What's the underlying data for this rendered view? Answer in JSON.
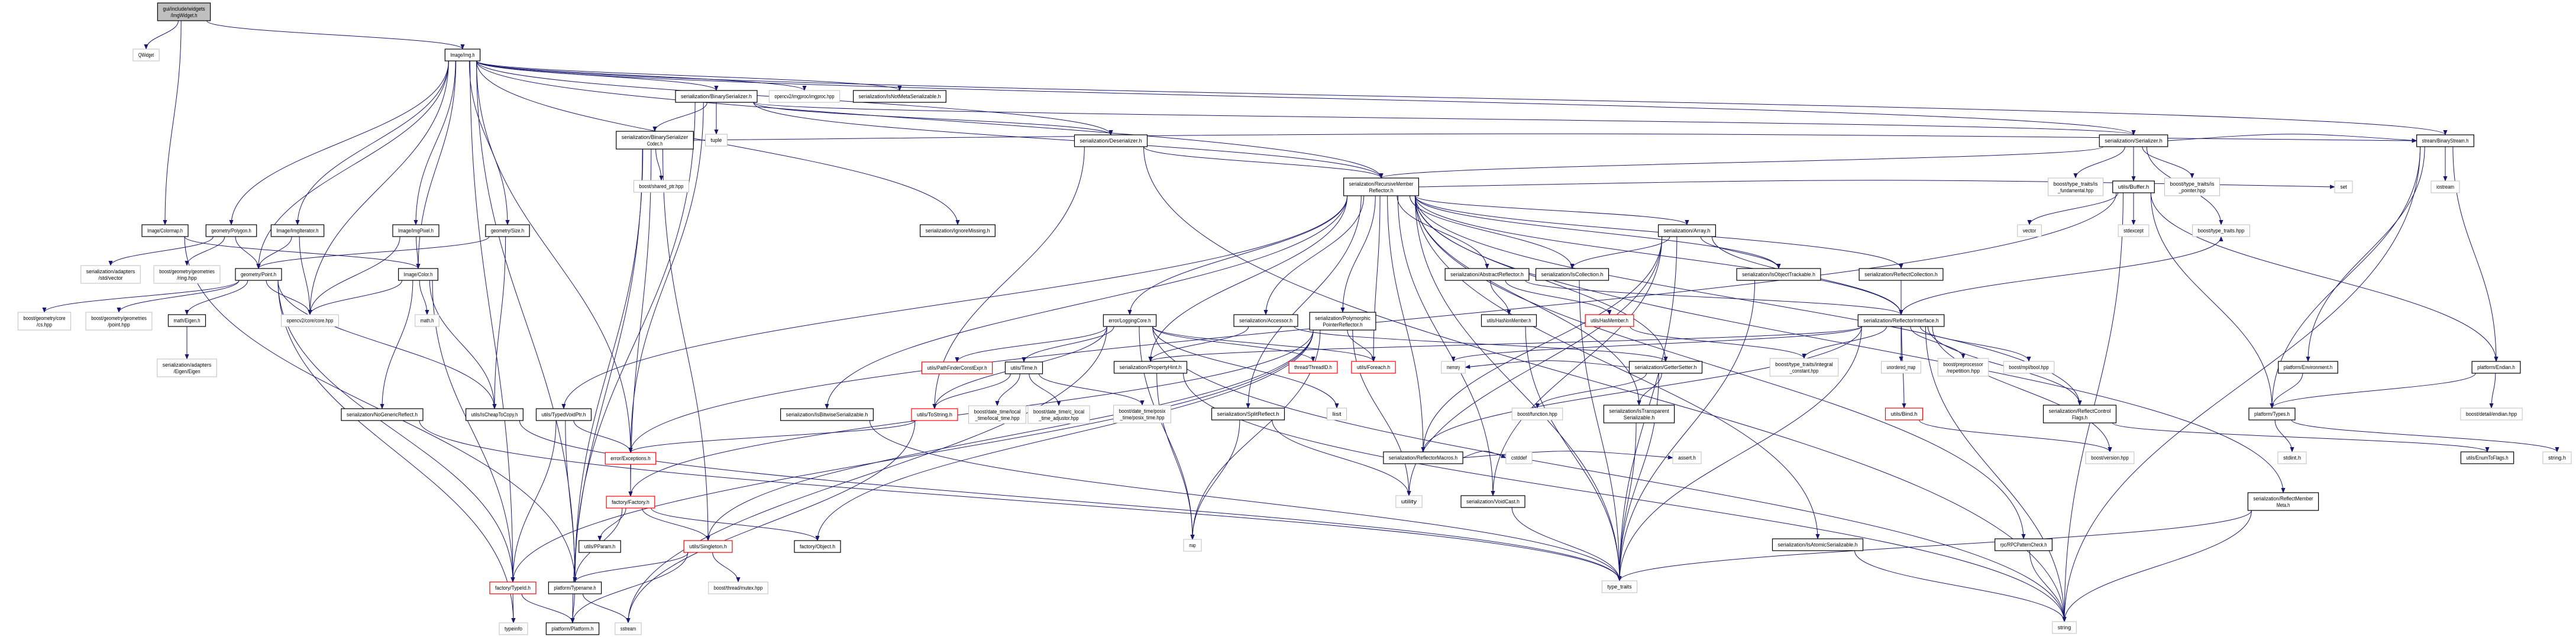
{
  "title": "gui/include/widgets/ImgWidget.h",
  "colors": {
    "edge": "#191970",
    "node_border": "#000000",
    "external_border": "#bfbfbf",
    "truncated_border": "#ff0000",
    "root_fill": "#bfbfbf"
  },
  "nodes": [
    {
      "id": "root",
      "label": "gui/include/widgets/ImgWidget.h",
      "kind": "root"
    },
    {
      "id": "qwidget",
      "label": "QWidget",
      "kind": "external"
    },
    {
      "id": "img",
      "label": "Image/Img.h",
      "kind": "normal"
    },
    {
      "id": "colormap",
      "label": "Image/Colormap.h",
      "kind": "normal"
    },
    {
      "id": "polygon",
      "label": "geometry/Polygon.h",
      "kind": "normal"
    },
    {
      "id": "imgiter",
      "label": "Image/ImgIterator.h",
      "kind": "normal"
    },
    {
      "id": "imgpixel",
      "label": "Image/ImgPixel.h",
      "kind": "normal"
    },
    {
      "id": "size",
      "label": "geometry/Size.h",
      "kind": "normal"
    },
    {
      "id": "stdvector",
      "label": "serialization/adapters/std/vector",
      "kind": "external"
    },
    {
      "id": "ring",
      "label": "boost/geometry/geometries/ring.hpp",
      "kind": "external"
    },
    {
      "id": "point",
      "label": "geometry/Point.h",
      "kind": "normal"
    },
    {
      "id": "color",
      "label": "Image/Color.h",
      "kind": "normal"
    },
    {
      "id": "binser",
      "label": "serialization/BinarySerializer.h",
      "kind": "normal"
    },
    {
      "id": "imgproc",
      "label": "opencv2/imgproc/imgproc.hpp",
      "kind": "external"
    },
    {
      "id": "isnotmeta",
      "label": "serialization/IsNotMetaSerializable.h",
      "kind": "normal"
    },
    {
      "id": "codec",
      "label": "serialization/BinarySerializerCodec.h",
      "kind": "normal"
    },
    {
      "id": "tuple",
      "label": "tuple",
      "kind": "external"
    },
    {
      "id": "sharedptr",
      "label": "boost/shared_ptr.hpp",
      "kind": "external"
    },
    {
      "id": "ignoremissing",
      "label": "serialization/IgnoreMissing.h",
      "kind": "normal"
    },
    {
      "id": "cs",
      "label": "boost/geometry/core/cs.hpp",
      "kind": "external"
    },
    {
      "id": "gpoint",
      "label": "boost/geometry/geometries/point.hpp",
      "kind": "external"
    },
    {
      "id": "eigen",
      "label": "math/Eigen.h",
      "kind": "normal"
    },
    {
      "id": "eigenadapt",
      "label": "serialization/adapters/Eigen/Eigen",
      "kind": "external"
    },
    {
      "id": "core",
      "label": "opencv2/core/core.hpp",
      "kind": "external"
    },
    {
      "id": "mathh",
      "label": "math.h",
      "kind": "external"
    },
    {
      "id": "nogeneric",
      "label": "serialization/NoGenericReflect.h",
      "kind": "normal"
    },
    {
      "id": "cheap",
      "label": "utils/IsCheapToCopy.h",
      "kind": "normal"
    },
    {
      "id": "typeid",
      "label": "factory/TypeId.h",
      "kind": "truncated"
    },
    {
      "id": "typeinfo",
      "label": "typeinfo",
      "kind": "external"
    },
    {
      "id": "pathfinder",
      "label": "utils/PathFinderConstExpr.h",
      "kind": "truncated"
    },
    {
      "id": "time",
      "label": "utils/Time.h",
      "kind": "normal"
    },
    {
      "id": "typedvoid",
      "label": "utils/TypedVoidPtr.h",
      "kind": "normal"
    },
    {
      "id": "bitwise",
      "label": "serialization/IsBitwiseSerializable.h",
      "kind": "normal"
    },
    {
      "id": "tostring",
      "label": "utils/ToString.h",
      "kind": "truncated"
    },
    {
      "id": "localtime",
      "label": "boost/date_time/local_time/local_time.hpp",
      "kind": "external"
    },
    {
      "id": "clocal",
      "label": "boost/date_time/c_local_time_adjustor.hpp",
      "kind": "external"
    },
    {
      "id": "posix",
      "label": "boost/date_time/posix_time/posix_time.hpp",
      "kind": "external"
    },
    {
      "id": "exceptions",
      "label": "error/Exceptions.h",
      "kind": "truncated"
    },
    {
      "id": "factory",
      "label": "factory/Factory.h",
      "kind": "truncated"
    },
    {
      "id": "pparam",
      "label": "utils/PParam.h",
      "kind": "normal"
    },
    {
      "id": "singleton",
      "label": "utils/Singleton.h",
      "kind": "truncated"
    },
    {
      "id": "object",
      "label": "factory/Object.h",
      "kind": "normal"
    },
    {
      "id": "typename",
      "label": "platform/Typename.h",
      "kind": "normal"
    },
    {
      "id": "mutex",
      "label": "boost/thread/mutex.hpp",
      "kind": "external"
    },
    {
      "id": "platform",
      "label": "platform/Platform.h",
      "kind": "normal"
    },
    {
      "id": "sstream",
      "label": "sstream",
      "kind": "external"
    },
    {
      "id": "deser",
      "label": "serialization/Deserializer.h",
      "kind": "normal"
    },
    {
      "id": "rmr",
      "label": "serialization/RecursiveMemberReflector.h",
      "kind": "normal"
    },
    {
      "id": "logging",
      "label": "error/LoggingCore.h",
      "kind": "normal"
    },
    {
      "id": "accessor",
      "label": "serialization/Accessor.h",
      "kind": "normal"
    },
    {
      "id": "polyptr",
      "label": "serialization/PolymorphicPointerReflector.h",
      "kind": "normal"
    },
    {
      "id": "propertyhint",
      "label": "serialization/PropertyHint.h",
      "kind": "normal"
    },
    {
      "id": "threadid",
      "label": "thread/ThreadID.h",
      "kind": "truncated"
    },
    {
      "id": "foreach",
      "label": "utils/Foreach.h",
      "kind": "truncated"
    },
    {
      "id": "split",
      "label": "serialization/SplitReflect.h",
      "kind": "normal"
    },
    {
      "id": "list",
      "label": "list",
      "kind": "external"
    },
    {
      "id": "macros",
      "label": "serialization/ReflectorMacros.h",
      "kind": "normal"
    },
    {
      "id": "utility",
      "label": "utility",
      "kind": "external"
    },
    {
      "id": "map",
      "label": "map",
      "kind": "external"
    },
    {
      "id": "array",
      "label": "serialization/Array.h",
      "kind": "normal"
    },
    {
      "id": "abstract",
      "label": "serialization/AbstractReflector.h",
      "kind": "normal"
    },
    {
      "id": "iscoll",
      "label": "serialization/IsCollection.h",
      "kind": "normal"
    },
    {
      "id": "trackable",
      "label": "serialization/IsObjectTrackable.h",
      "kind": "normal"
    },
    {
      "id": "hasnon",
      "label": "utils/HasNonMember.h",
      "kind": "normal"
    },
    {
      "id": "hasmem",
      "label": "utils/HasMember.h",
      "kind": "truncated"
    },
    {
      "id": "memory",
      "label": "memory",
      "kind": "external"
    },
    {
      "id": "getset",
      "label": "serialization/GetterSetter.h",
      "kind": "normal"
    },
    {
      "id": "integral",
      "label": "boost/type_traits/integral_constant.hpp",
      "kind": "external"
    },
    {
      "id": "function",
      "label": "boost/function.hpp",
      "kind": "external"
    },
    {
      "id": "transparent",
      "label": "serialization/IsTransparentSerializable.h",
      "kind": "normal"
    },
    {
      "id": "cstddef",
      "label": "cstddef",
      "kind": "external"
    },
    {
      "id": "asserth",
      "label": "assert.h",
      "kind": "external"
    },
    {
      "id": "voidcast",
      "label": "serialization/VoidCast.h",
      "kind": "normal"
    },
    {
      "id": "atomic",
      "label": "serialization/IsAtomicSerializable.h",
      "kind": "normal"
    },
    {
      "id": "typetraits",
      "label": "type_traits",
      "kind": "external"
    },
    {
      "id": "serializer",
      "label": "serialization/Serializer.h",
      "kind": "normal"
    },
    {
      "id": "isfund",
      "label": "boost/type_traits/is_fundamental.hpp",
      "kind": "external"
    },
    {
      "id": "buffer",
      "label": "utils/Buffer.h",
      "kind": "normal"
    },
    {
      "id": "ispointer",
      "label": "boost/type_traits/is_pointer.hpp",
      "kind": "external"
    },
    {
      "id": "vector",
      "label": "vector",
      "kind": "external"
    },
    {
      "id": "stdexcept",
      "label": "stdexcept",
      "kind": "external"
    },
    {
      "id": "boosttt",
      "label": "boost/type_traits.hpp",
      "kind": "external"
    },
    {
      "id": "reflcoll",
      "label": "serialization/ReflectCollection.h",
      "kind": "normal"
    },
    {
      "id": "reflintf",
      "label": "serialization/ReflectorInterface.h",
      "kind": "normal"
    },
    {
      "id": "unordered",
      "label": "unordered_map",
      "kind": "external"
    },
    {
      "id": "repetition",
      "label": "boost/preprocessor/repetition.hpp",
      "kind": "external"
    },
    {
      "id": "mplbool",
      "label": "boost/mpl/bool.hpp",
      "kind": "external"
    },
    {
      "id": "bind",
      "label": "utils/Bind.h",
      "kind": "truncated"
    },
    {
      "id": "ctrlflags",
      "label": "serialization/ReflectControlFlags.h",
      "kind": "normal"
    },
    {
      "id": "version",
      "label": "boost/version.hpp",
      "kind": "external"
    },
    {
      "id": "rpc",
      "label": "rpc/RPCPatternCheck.h",
      "kind": "normal"
    },
    {
      "id": "string",
      "label": "string",
      "kind": "external"
    },
    {
      "id": "binstream",
      "label": "stream/BinaryStream.h",
      "kind": "normal"
    },
    {
      "id": "set",
      "label": "set",
      "kind": "external"
    },
    {
      "id": "iostream",
      "label": "iostream",
      "kind": "external"
    },
    {
      "id": "env",
      "label": "platform/Environment.h",
      "kind": "normal"
    },
    {
      "id": "endian",
      "label": "platform/Endian.h",
      "kind": "normal"
    },
    {
      "id": "types",
      "label": "platform/Types.h",
      "kind": "normal"
    },
    {
      "id": "bendian",
      "label": "boost/detail/endian.hpp",
      "kind": "external"
    },
    {
      "id": "stdint",
      "label": "stdint.h",
      "kind": "external"
    },
    {
      "id": "enumflags",
      "label": "utils/EnumToFlags.h",
      "kind": "normal"
    },
    {
      "id": "stringh",
      "label": "string.h",
      "kind": "external"
    },
    {
      "id": "rmm",
      "label": "serialization/ReflectMemberMeta.h",
      "kind": "normal"
    }
  ],
  "edges": [
    [
      "root",
      "qwidget"
    ],
    [
      "root",
      "img"
    ],
    [
      "root",
      "colormap"
    ],
    [
      "img",
      "polygon"
    ],
    [
      "img",
      "imgiter"
    ],
    [
      "img",
      "imgpixel"
    ],
    [
      "img",
      "size"
    ],
    [
      "img",
      "binser"
    ],
    [
      "img",
      "imgproc"
    ],
    [
      "img",
      "isnotmeta"
    ],
    [
      "img",
      "core"
    ],
    [
      "img",
      "point"
    ],
    [
      "img",
      "color"
    ],
    [
      "img",
      "typeid"
    ],
    [
      "img",
      "typename"
    ],
    [
      "img",
      "deser"
    ],
    [
      "img",
      "serializer"
    ],
    [
      "img",
      "binstream"
    ],
    [
      "img",
      "rmr"
    ],
    [
      "img",
      "ignoremissing"
    ],
    [
      "img",
      "exceptions"
    ],
    [
      "colormap",
      "color"
    ],
    [
      "colormap",
      "typename"
    ],
    [
      "polygon",
      "stdvector"
    ],
    [
      "polygon",
      "ring"
    ],
    [
      "polygon",
      "point"
    ],
    [
      "imgiter",
      "point"
    ],
    [
      "imgiter",
      "core"
    ],
    [
      "imgpixel",
      "color"
    ],
    [
      "imgpixel",
      "core"
    ],
    [
      "size",
      "point"
    ],
    [
      "size",
      "cheap"
    ],
    [
      "point",
      "cs"
    ],
    [
      "point",
      "gpoint"
    ],
    [
      "point",
      "eigen"
    ],
    [
      "point",
      "core"
    ],
    [
      "point",
      "cheap"
    ],
    [
      "point",
      "typeid"
    ],
    [
      "point",
      "typeinfo"
    ],
    [
      "color",
      "core"
    ],
    [
      "color",
      "mathh"
    ],
    [
      "color",
      "nogeneric"
    ],
    [
      "color",
      "cheap"
    ],
    [
      "color",
      "typeid"
    ],
    [
      "eigen",
      "eigenadapt"
    ],
    [
      "binser",
      "codec"
    ],
    [
      "binser",
      "tuple"
    ],
    [
      "binser",
      "deser"
    ],
    [
      "binser",
      "serializer"
    ],
    [
      "binser",
      "rmr"
    ],
    [
      "binser",
      "typename"
    ],
    [
      "binser",
      "exceptions"
    ],
    [
      "codec",
      "sharedptr"
    ],
    [
      "codec",
      "binstream"
    ],
    [
      "codec",
      "factory"
    ],
    [
      "codec",
      "singleton"
    ],
    [
      "codec",
      "typename"
    ],
    [
      "codec",
      "platform"
    ],
    [
      "deser",
      "rmr"
    ],
    [
      "deser",
      "string"
    ],
    [
      "deser",
      "tostring"
    ],
    [
      "serializer",
      "isfund"
    ],
    [
      "serializer",
      "buffer"
    ],
    [
      "serializer",
      "ispointer"
    ],
    [
      "serializer",
      "rmr"
    ],
    [
      "serializer",
      "binstream"
    ],
    [
      "serializer",
      "boosttt"
    ],
    [
      "buffer",
      "vector"
    ],
    [
      "buffer",
      "stdexcept"
    ],
    [
      "buffer",
      "types"
    ],
    [
      "buffer",
      "exceptions"
    ],
    [
      "buffer",
      "endian"
    ],
    [
      "buffer",
      "string"
    ],
    [
      "binstream",
      "iostream"
    ],
    [
      "binstream",
      "types"
    ],
    [
      "binstream",
      "endian"
    ],
    [
      "binstream",
      "env"
    ],
    [
      "binstream",
      "string"
    ],
    [
      "rmr",
      "logging"
    ],
    [
      "rmr",
      "accessor"
    ],
    [
      "rmr",
      "polyptr"
    ],
    [
      "rmr",
      "array"
    ],
    [
      "rmr",
      "abstract"
    ],
    [
      "rmr",
      "iscoll"
    ],
    [
      "rmr",
      "trackable"
    ],
    [
      "rmr",
      "reflcoll"
    ],
    [
      "rmr",
      "reflintf"
    ],
    [
      "rmr",
      "split"
    ],
    [
      "rmr",
      "propertyhint"
    ],
    [
      "rmr",
      "transparent"
    ],
    [
      "rmr",
      "getset"
    ],
    [
      "rmr",
      "voidcast"
    ],
    [
      "rmr",
      "rmm"
    ],
    [
      "rmr",
      "typedvoid"
    ],
    [
      "rmr",
      "bitwise"
    ],
    [
      "rmr",
      "macros"
    ],
    [
      "rmr",
      "atomic"
    ],
    [
      "rmr",
      "ctrlflags"
    ],
    [
      "rmr",
      "set"
    ],
    [
      "rmr",
      "typetraits"
    ],
    [
      "rmr",
      "rpc"
    ],
    [
      "rmr",
      "foreach"
    ],
    [
      "logging",
      "threadid"
    ],
    [
      "logging",
      "foreach"
    ],
    [
      "logging",
      "map"
    ],
    [
      "logging",
      "time"
    ],
    [
      "logging",
      "tostring"
    ],
    [
      "logging",
      "pathfinder"
    ],
    [
      "logging",
      "sstream"
    ],
    [
      "logging",
      "list"
    ],
    [
      "logging",
      "string"
    ],
    [
      "time",
      "localtime"
    ],
    [
      "time",
      "clocal"
    ],
    [
      "time",
      "posix"
    ],
    [
      "time",
      "tostring"
    ],
    [
      "tostring",
      "exceptions"
    ],
    [
      "tostring",
      "sstream"
    ],
    [
      "polyptr",
      "foreach"
    ],
    [
      "polyptr",
      "factory"
    ],
    [
      "polyptr",
      "object"
    ],
    [
      "polyptr",
      "singleton"
    ],
    [
      "polyptr",
      "map"
    ],
    [
      "polyptr",
      "typeid"
    ],
    [
      "polyptr",
      "utility"
    ],
    [
      "accessor",
      "getset"
    ],
    [
      "accessor",
      "propertyhint"
    ],
    [
      "array",
      "iscoll"
    ],
    [
      "array",
      "trackable"
    ],
    [
      "array",
      "voidcast"
    ],
    [
      "array",
      "typetraits"
    ],
    [
      "array",
      "reflintf"
    ],
    [
      "array",
      "macros"
    ],
    [
      "array",
      "utility"
    ],
    [
      "abstract",
      "hasnon"
    ],
    [
      "abstract",
      "hasmem"
    ],
    [
      "abstract",
      "reflintf"
    ],
    [
      "trackable",
      "typetraits"
    ],
    [
      "iscoll",
      "typetraits"
    ],
    [
      "reflcoll",
      "reflintf"
    ],
    [
      "reflintf",
      "integral"
    ],
    [
      "reflintf",
      "unordered"
    ],
    [
      "reflintf",
      "repetition"
    ],
    [
      "reflintf",
      "mplbool"
    ],
    [
      "reflintf",
      "ctrlflags"
    ],
    [
      "reflintf",
      "bind"
    ],
    [
      "reflintf",
      "typetraits"
    ],
    [
      "reflintf",
      "macros"
    ],
    [
      "reflintf",
      "propertyhint"
    ],
    [
      "reflintf",
      "memory"
    ],
    [
      "reflintf",
      "boosttt"
    ],
    [
      "reflintf",
      "version"
    ],
    [
      "reflintf",
      "string"
    ],
    [
      "getset",
      "function"
    ],
    [
      "getset",
      "transparent"
    ],
    [
      "getset",
      "typetraits"
    ],
    [
      "getset",
      "memory"
    ],
    [
      "transparent",
      "typetraits"
    ],
    [
      "voidcast",
      "typetraits"
    ],
    [
      "macros",
      "cstddef"
    ],
    [
      "macros",
      "asserth"
    ],
    [
      "ctrlflags",
      "enumflags"
    ],
    [
      "bind",
      "version"
    ],
    [
      "atomic",
      "string"
    ],
    [
      "rpc",
      "string"
    ],
    [
      "env",
      "types"
    ],
    [
      "endian",
      "bendian"
    ],
    [
      "endian",
      "types"
    ],
    [
      "types",
      "stdint"
    ],
    [
      "types",
      "stringh"
    ],
    [
      "hasmem",
      "integral"
    ],
    [
      "hasnon",
      "typetraits"
    ],
    [
      "split",
      "map"
    ],
    [
      "split",
      "utility"
    ],
    [
      "propertyhint",
      "map"
    ],
    [
      "propertyhint",
      "string"
    ],
    [
      "typedvoid",
      "exceptions"
    ],
    [
      "typedvoid",
      "typeid"
    ],
    [
      "typedvoid",
      "typename"
    ],
    [
      "bitwise",
      "typetraits"
    ],
    [
      "exceptions",
      "factory"
    ],
    [
      "factory",
      "pparam"
    ],
    [
      "factory",
      "singleton"
    ],
    [
      "factory",
      "object"
    ],
    [
      "factory",
      "typename"
    ],
    [
      "singleton",
      "typename"
    ],
    [
      "singleton",
      "platform"
    ],
    [
      "singleton",
      "mutex"
    ],
    [
      "typename",
      "platform"
    ],
    [
      "typename",
      "sstream"
    ],
    [
      "typeid",
      "typeinfo"
    ],
    [
      "typeid",
      "platform"
    ],
    [
      "nogeneric",
      "typetraits"
    ],
    [
      "cheap",
      "typetraits"
    ],
    [
      "rmm",
      "typetraits"
    ],
    [
      "rmm",
      "string"
    ]
  ]
}
